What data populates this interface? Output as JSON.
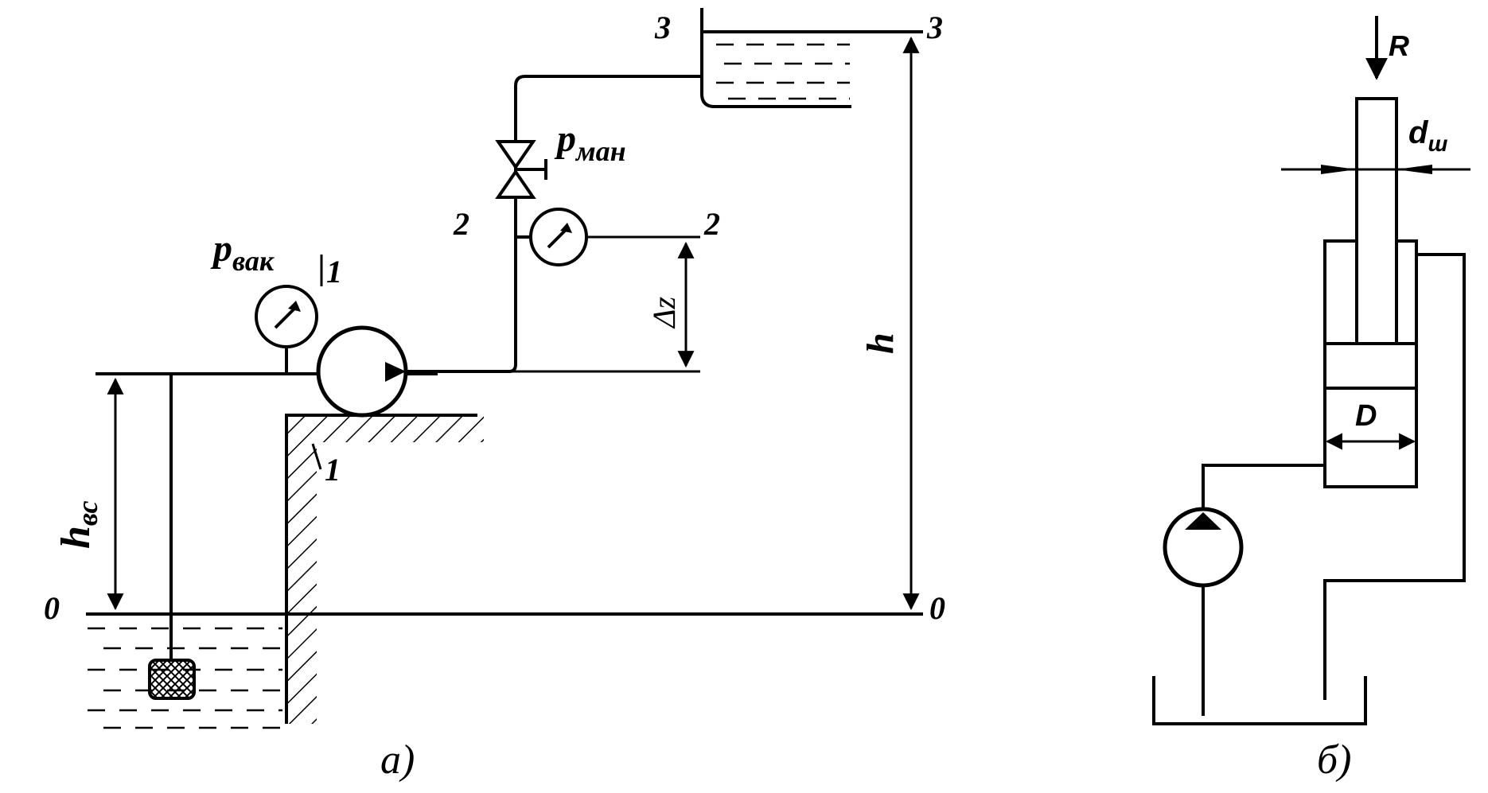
{
  "figure_a": {
    "caption": "а)",
    "levels": {
      "l0": "0",
      "l1": "1",
      "l2": "2",
      "l3": "3"
    },
    "vacuum_gauge": {
      "main": "p",
      "sub": "вак"
    },
    "pressure_gauge": {
      "main": "p",
      "sub": "ман"
    },
    "suction_height": {
      "main": "h",
      "sub": "вс"
    },
    "delta_z": "Δz",
    "total_height": "h"
  },
  "figure_b": {
    "caption": "б)",
    "load": "R",
    "rod_diameter": {
      "main": "d",
      "sub": "ш"
    },
    "piston_diameter": "D"
  }
}
